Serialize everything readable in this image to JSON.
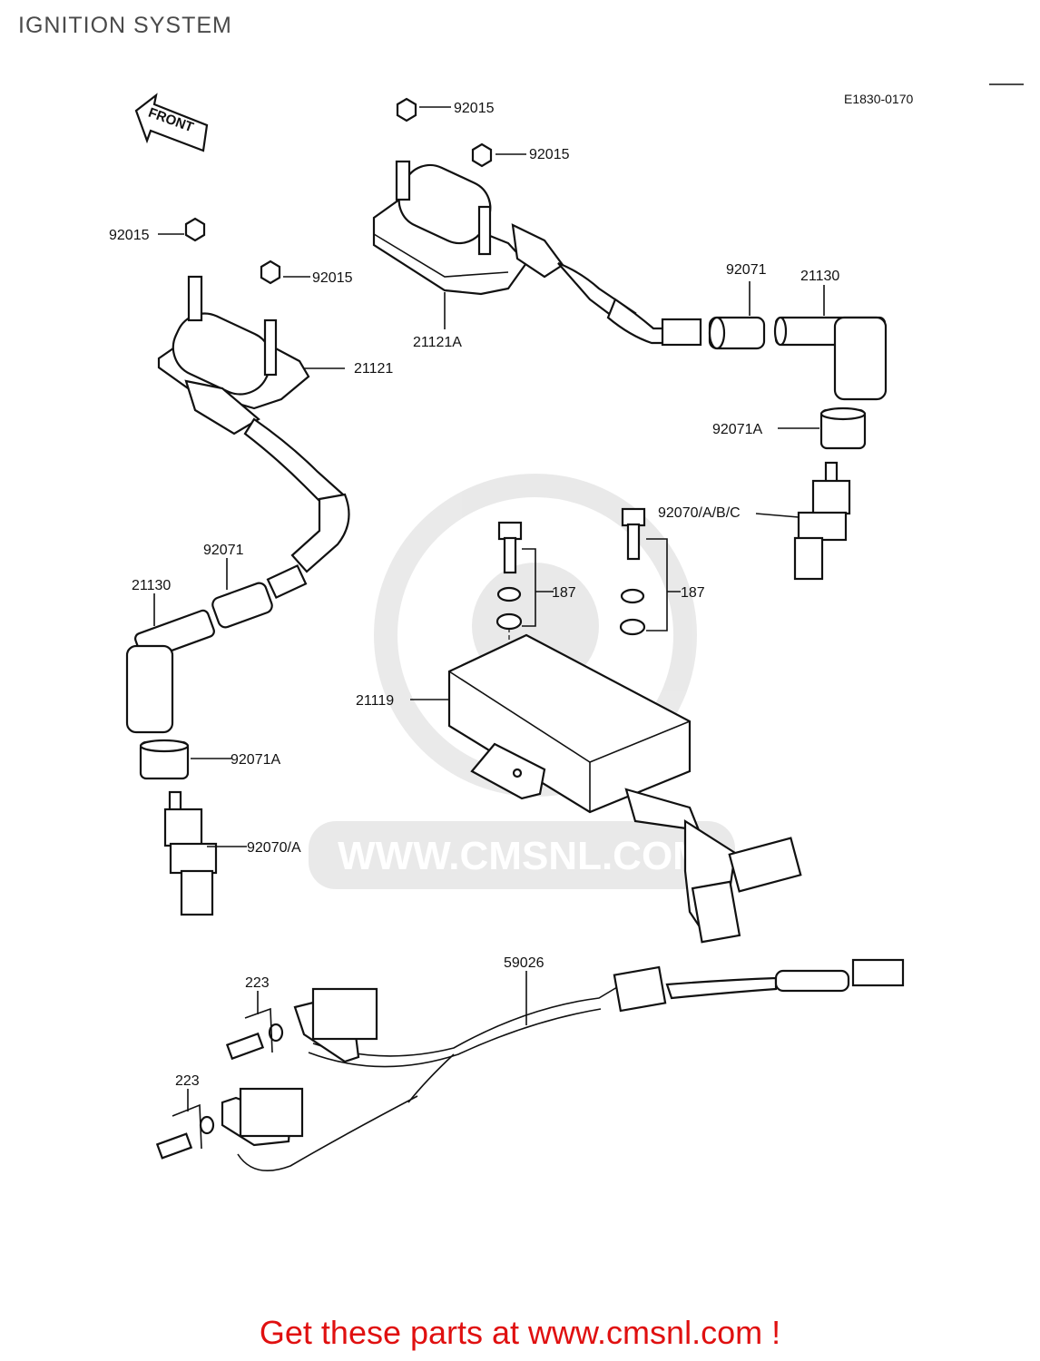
{
  "header": {
    "title": "IGNITION SYSTEM"
  },
  "diagram": {
    "code": "E1830-0170",
    "front_arrow": "FRONT",
    "watermark": "WWW.CMSNL.COM",
    "labels": [
      "92015",
      "92015",
      "92015",
      "92015",
      "21121A",
      "21121",
      "92071",
      "21130",
      "92071A",
      "92070/A/B/C",
      "92071",
      "21130",
      "92071A",
      "92070/A",
      "187",
      "187",
      "21119",
      "59026",
      "223",
      "223"
    ]
  },
  "footer": {
    "text": "Get these parts at www.cmsnl.com !"
  }
}
